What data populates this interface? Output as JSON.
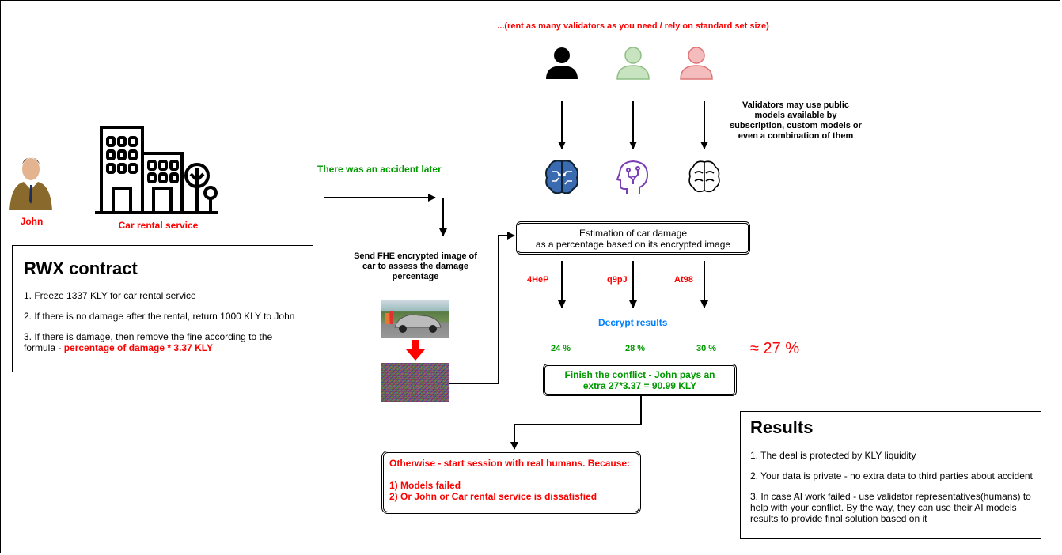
{
  "colors": {
    "red": "#ff0000",
    "green": "#009900",
    "blue": "#007fff",
    "validator_black": "#000000",
    "validator_green": "#c7e3c0",
    "validator_pink": "#f4bcbc"
  },
  "left": {
    "john_label": "John",
    "rental_label": "Car rental service",
    "person_icon": "businessman-icon",
    "building_icon": "city-buildings-icon"
  },
  "contract": {
    "title": "RWX contract",
    "item1": "1. Freeze 1337 KLY for car rental service",
    "item2": "2. If there is no damage after the rental, return 1000 KLY to John",
    "item3_prefix": "3. If there is damage, then remove the fine according to the formula - ",
    "item3_formula": "percentage of damage * 3.37 KLY"
  },
  "middle": {
    "accident": "There was an accident later",
    "send_fhe": "Send FHE encrypted image of car to assess the damage percentage",
    "car_photo_icon": "damaged-car-photo",
    "encrypted_icon": "encrypted-noise-image"
  },
  "validators": {
    "header": "...(rent as many validators as you need / rely on standard set size)",
    "note": "Validators may use public models available by subscription, custom models or even a combination of them",
    "icons": [
      "user-icon",
      "user-icon",
      "user-icon"
    ],
    "model_icons": [
      "brain-circuit-icon",
      "ai-head-icon",
      "brain-outline-icon"
    ]
  },
  "estimation": {
    "line1": "Estimation of car damage",
    "line2": "as a percentage based on its encrypted image"
  },
  "results_enc": [
    "4HeP",
    "q9pJ",
    "At98"
  ],
  "decrypt_label": "Decrypt results",
  "percents": [
    "24 %",
    "28 %",
    "30 %"
  ],
  "approx": "≈ 27 %",
  "finish": {
    "line1": "Finish the conflict - John pays an",
    "line2": "extra 27*3.37 = 90.99 KLY"
  },
  "otherwise": {
    "line1": "Otherwise - start session with real humans. Because:",
    "line2": "1) Models failed",
    "line3": "2) Or John or Car rental service is dissatisfied"
  },
  "results": {
    "title": "Results",
    "item1": "1. The deal is protected by KLY liquidity",
    "item2": "2. Your data is private - no extra data to third parties about accident",
    "item3": "3. In case AI work failed - use validator representatives(humans) to help with your conflict. By the way, they can use their AI models results to provide final solution based on it"
  }
}
